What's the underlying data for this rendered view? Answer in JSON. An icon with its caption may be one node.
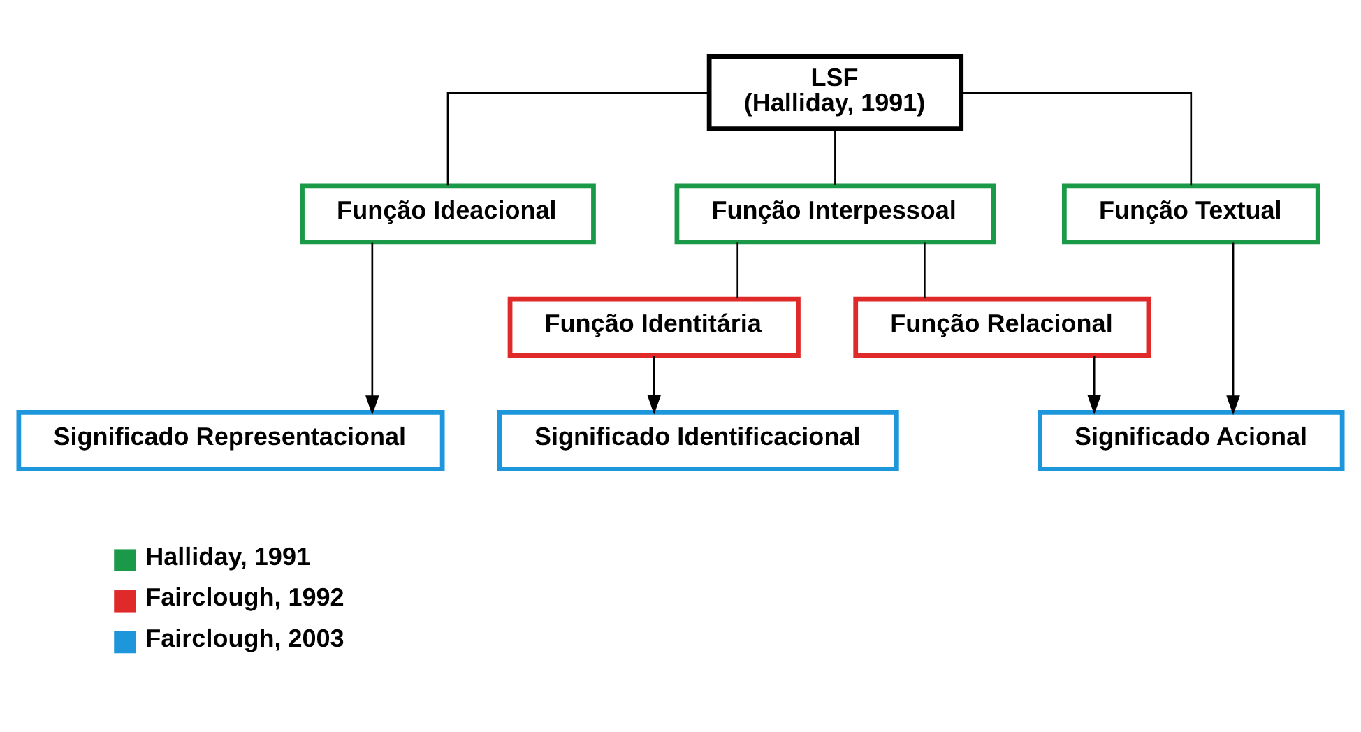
{
  "diagram": {
    "nodes": [
      {
        "text": [
          "LSF",
          "(Halliday, 1991)"
        ]
      },
      {
        "text": [
          "Função Ideacional"
        ]
      },
      {
        "text": [
          "Função Interpessoal"
        ]
      },
      {
        "text": [
          "Função Textual"
        ]
      },
      {
        "text": [
          "Função Identitária"
        ]
      },
      {
        "text": [
          "Função Relacional"
        ]
      },
      {
        "text": [
          "Significado Representacional"
        ]
      },
      {
        "text": [
          "Significado Identificacional"
        ]
      },
      {
        "text": [
          "Significado Acional"
        ]
      }
    ],
    "edges": [
      {
        "from": 0,
        "to": 1,
        "arrow": "none"
      },
      {
        "from": 0,
        "to": 2,
        "arrow": "none"
      },
      {
        "from": 0,
        "to": 3,
        "arrow": "none"
      },
      {
        "from": 2,
        "to": 4,
        "arrow": "none"
      },
      {
        "from": 2,
        "to": 5,
        "arrow": "none"
      },
      {
        "from": 1,
        "to": 6,
        "arrow": "to"
      },
      {
        "from": 4,
        "to": 7,
        "arrow": "to"
      },
      {
        "from": 3,
        "to": 8,
        "arrow": "to"
      },
      {
        "from": 5,
        "to": 8,
        "arrow": "to"
      }
    ],
    "legend": [
      {
        "text": "Halliday, 1991",
        "color": "#1a9a48"
      },
      {
        "text": "Fairclough, 1992",
        "color": "#e02a2a"
      },
      {
        "text": "Fairclough, 2003",
        "color": "#1e96dc"
      }
    ]
  }
}
